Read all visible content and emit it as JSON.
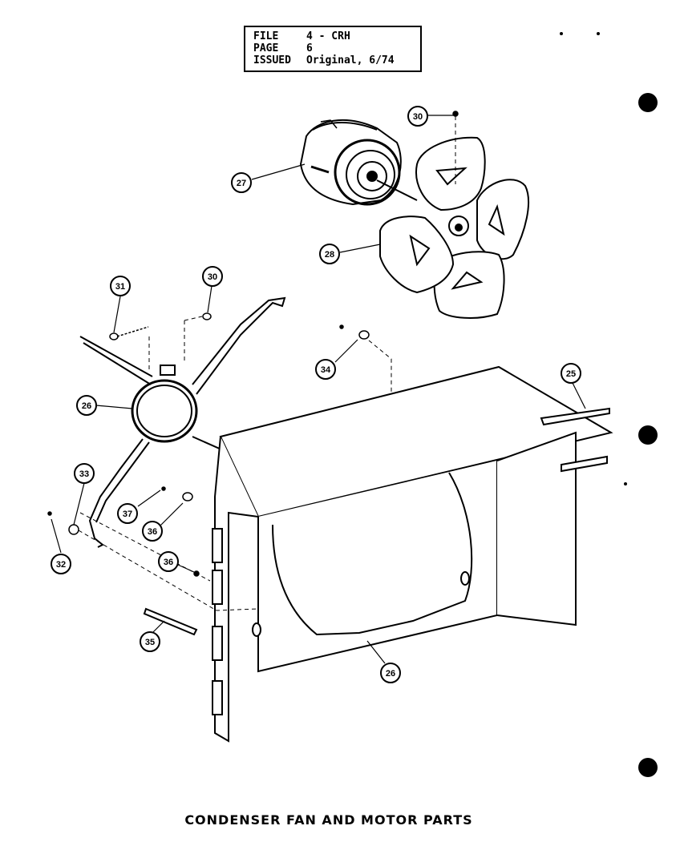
{
  "header": {
    "file_label": "FILE",
    "file_value": "4 - CRH",
    "page_label": "PAGE",
    "page_value": "6",
    "issued_label": "ISSUED",
    "issued_value": "Original, 6/74"
  },
  "caption": "CONDENSER FAN AND MOTOR PARTS",
  "callouts": {
    "c25": "25",
    "c26_shroud": "26",
    "c26_mount": "26",
    "c27": "27",
    "c28": "28",
    "c30_fan": "30",
    "c30_nut": "30",
    "c31": "31",
    "c32": "32",
    "c33": "33",
    "c34": "34",
    "c35": "35",
    "c36_a": "36",
    "c36_b": "36",
    "c37": "37"
  },
  "colors": {
    "ink": "#000000",
    "paper": "#ffffff"
  }
}
